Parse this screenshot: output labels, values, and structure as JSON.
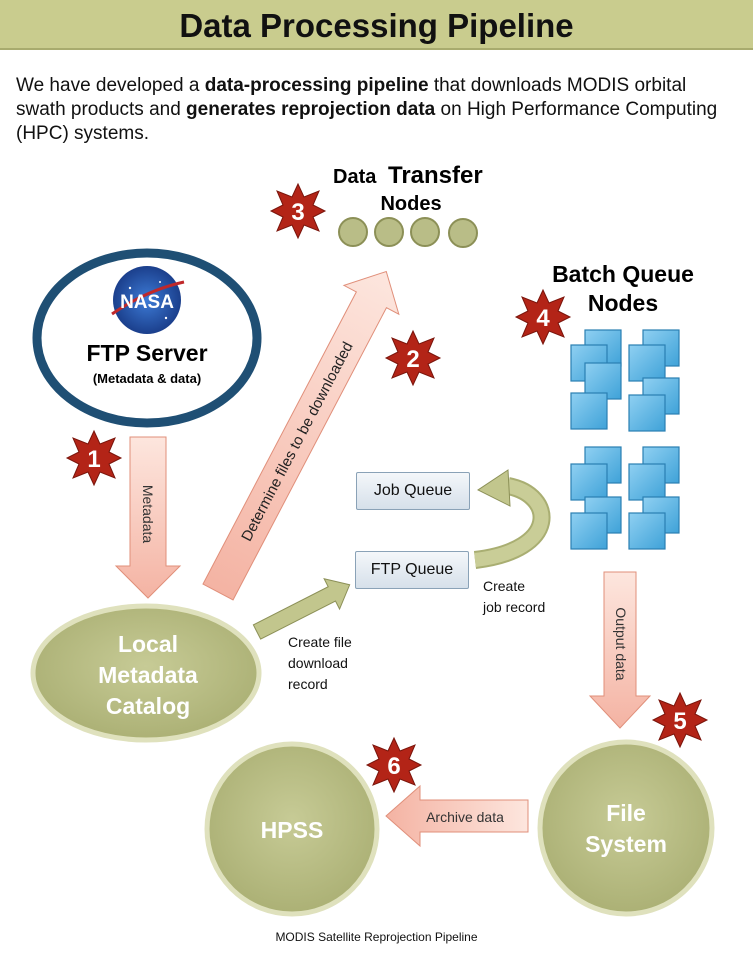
{
  "title": "Data Processing Pipeline",
  "intro": {
    "p1": "We have developed a ",
    "b1": "data-processing pipeline",
    "p2": " that downloads MODIS orbital swath products and ",
    "b2": "generates reprojection data",
    "p3": " on High Performance Computing (HPC) systems."
  },
  "nodes": {
    "ftp_server_title": "FTP Server",
    "ftp_server_sub": "(Metadata & data)",
    "nasa_logo": "NASA",
    "data_transfer_a": "Data",
    "data_transfer_b": "Transfer",
    "data_transfer_c": "Nodes",
    "batch_queue_a": "Batch Queue",
    "batch_queue_b": "Nodes",
    "local_catalog_a": "Local",
    "local_catalog_b": "Metadata",
    "local_catalog_c": "Catalog",
    "hpss": "HPSS",
    "file_system_a": "File",
    "file_system_b": "System",
    "job_queue": "Job Queue",
    "ftp_queue": "FTP Queue"
  },
  "arrows": {
    "metadata": "Metadata",
    "determine": "Determine files to be downloaded",
    "output": "Output data",
    "archive": "Archive data"
  },
  "notes": {
    "create_file_1": "Create file",
    "create_file_2": "download",
    "create_file_3": "record",
    "create_job_1": "Create",
    "create_job_2": "job record"
  },
  "steps": [
    "1",
    "2",
    "3",
    "4",
    "5",
    "6"
  ],
  "footer": "MODIS Satellite Reprojection Pipeline",
  "colors": {
    "title_bar": "#c9cc8e",
    "node_green": "#b9bd87",
    "arrow_pink": "#f7c9bd",
    "arrow_green": "#c2c68d",
    "cube_blue": "#5bb5e6",
    "star_red": "#b32417",
    "ftp_ring": "#1f4f74"
  }
}
